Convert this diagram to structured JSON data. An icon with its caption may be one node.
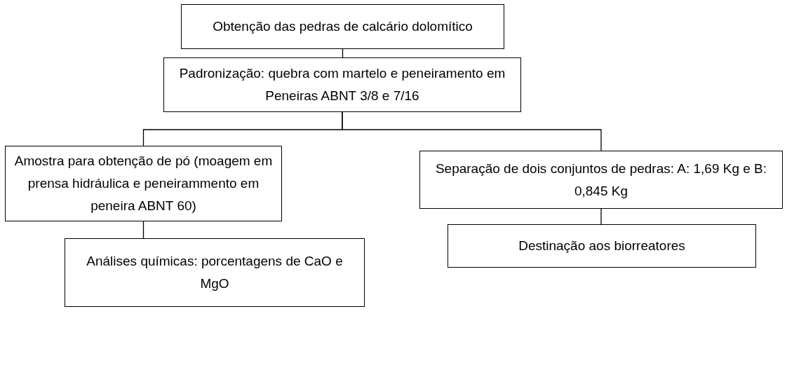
{
  "diagram": {
    "nodes": [
      {
        "text": [
          "Obtenção das pedras de calcário dolomítico"
        ]
      },
      {
        "text": [
          "Padronização: quebra com martelo e peneiramento em Peneiras ABNT 3/8 e 7/16"
        ]
      },
      {
        "text": [
          "Amostra para obtenção de pó (moagem em prensa hidráulica e peneirammento em peneira ABNT 60)"
        ]
      },
      {
        "text": [
          "Separação de dois conjuntos de pedras: A: 1,69 Kg e B: 0,845 Kg"
        ]
      },
      {
        "text": [
          "Destinação aos biorreatores"
        ]
      },
      {
        "text": [
          "Análises químicas: porcentagens de CaO e MgO"
        ]
      }
    ],
    "edges": [
      {
        "from": 0,
        "to": 1,
        "arrow": "none"
      },
      {
        "from": 1,
        "to": 2,
        "arrow": "none"
      },
      {
        "from": 1,
        "to": 3,
        "arrow": "none"
      },
      {
        "from": 3,
        "to": 4,
        "arrow": "none"
      },
      {
        "from": 2,
        "to": 5,
        "arrow": "none"
      }
    ]
  }
}
